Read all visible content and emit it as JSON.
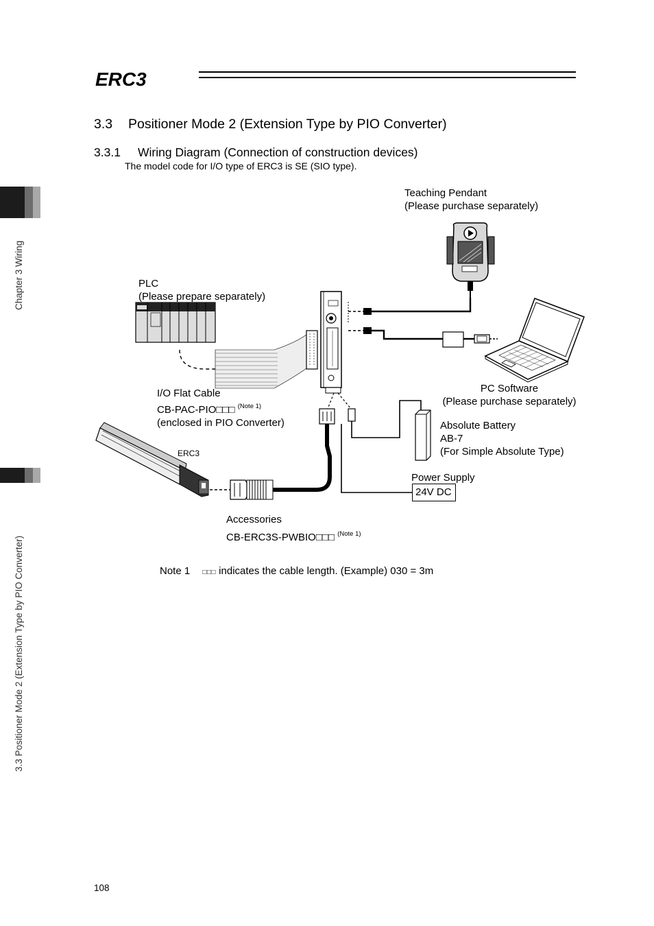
{
  "header": {
    "logo_text": "ERC3"
  },
  "side": {
    "chapter_label": "Chapter 3 Wiring",
    "section_label": "3.3 Positioner Mode 2 (Extension Type by PIO Converter)"
  },
  "section": {
    "number": "3.3",
    "title": "Positioner Mode 2 (Extension Type by PIO Converter)"
  },
  "subsection": {
    "number": "3.3.1",
    "title": "Wiring Diagram (Connection of construction devices)",
    "note": "The model code for I/O type of ERC3 is SE (SIO type)."
  },
  "diagram": {
    "teaching_pendant": {
      "line1": "Teaching Pendant",
      "line2": "(Please purchase separately)"
    },
    "plc": {
      "line1": "PLC",
      "line2": "(Please prepare separately)"
    },
    "io_cable": {
      "line1": "I/O Flat Cable",
      "line2": "CB-PAC-PIO□□□",
      "note_ref": "(Note 1)",
      "line3": "(enclosed in PIO Converter)"
    },
    "pc_software": {
      "line1": "PC Software",
      "line2": "(Please purchase separately)"
    },
    "battery": {
      "line1": "Absolute Battery",
      "line2": "AB-7",
      "line3": "(For Simple Absolute Type)"
    },
    "actuator_label": "ERC3",
    "power_supply": {
      "label": "Power Supply",
      "value": "24V DC"
    },
    "accessories": {
      "line1": "Accessories",
      "line2": "CB-ERC3S-PWBIO□□□",
      "note_ref": "(Note 1)"
    }
  },
  "footnote": {
    "label": "Note 1",
    "boxes": "□□□",
    "text": "indicates the cable length. (Example) 030 = 3m"
  },
  "page_number": "108"
}
